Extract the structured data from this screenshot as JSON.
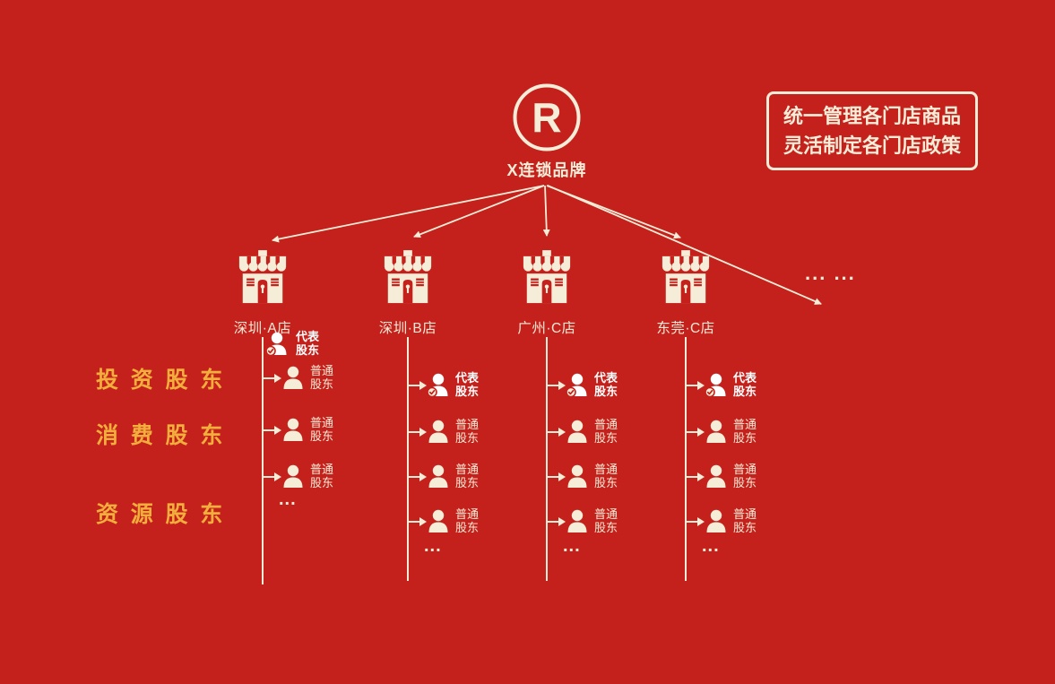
{
  "colors": {
    "background": "#C5211C",
    "cream": "#F5EDD8",
    "gold": "#F2AE3C",
    "white": "#FFFFFF"
  },
  "brand": {
    "mark": "R",
    "label": "X连锁品牌"
  },
  "info_box": {
    "line1": "统一管理各门店商品",
    "line2": "灵活制定各门店政策"
  },
  "more_stores": "... ...",
  "categories": [
    {
      "label": "投资股东"
    },
    {
      "label": "消费股东"
    },
    {
      "label": "资源股东"
    }
  ],
  "member_labels": {
    "rep_line1": "代表",
    "rep_line2": "股东",
    "ordinary_line1": "普通",
    "ordinary_line2": "股东",
    "more": "..."
  },
  "stores": [
    {
      "name": "深圳·A店",
      "members": [
        "rep",
        "ordinary",
        "ordinary",
        "ordinary",
        "more"
      ]
    },
    {
      "name": "深圳·B店",
      "members": [
        "rep",
        "ordinary",
        "ordinary",
        "ordinary",
        "more"
      ]
    },
    {
      "name": "广州·C店",
      "members": [
        "rep",
        "ordinary",
        "ordinary",
        "ordinary",
        "more"
      ]
    },
    {
      "name": "东莞·C店",
      "members": [
        "rep",
        "ordinary",
        "ordinary",
        "ordinary",
        "more"
      ]
    }
  ]
}
